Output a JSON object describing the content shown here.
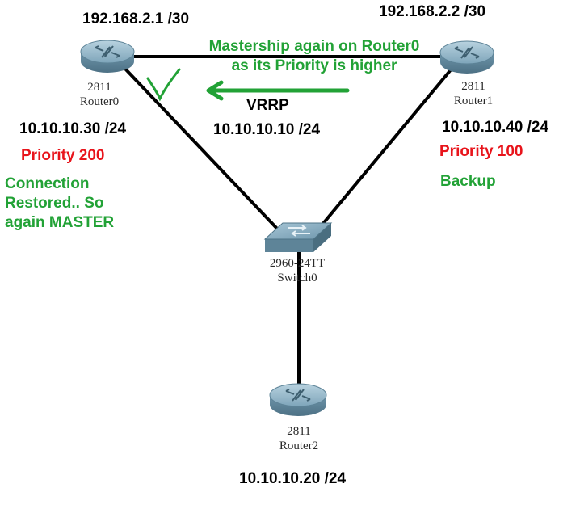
{
  "routers": [
    {
      "model": "2811",
      "name": "Router0",
      "link_ip": "192.168.2.1 /30",
      "lan_ip": "10.10.10.30 /24",
      "priority": "Priority 200",
      "status": "Connection\nRestored.. So\nagain MASTER"
    },
    {
      "model": "2811",
      "name": "Router1",
      "link_ip": "192.168.2.2 /30",
      "lan_ip": "10.10.10.40 /24",
      "priority": "Priority 100",
      "status": "Backup"
    },
    {
      "model": "2811",
      "name": "Router2",
      "lan_ip": "10.10.10.20 /24"
    }
  ],
  "switch": {
    "model": "2960-24TT",
    "name": "Switch0"
  },
  "vrrp": {
    "protocol": "VRRP",
    "virtual_ip": "10.10.10.10 /24",
    "note": "Mastership again on Router0\nas its Priority is higher"
  },
  "colors": {
    "status_green": "#22a236",
    "priority_red": "#e8141b",
    "link_black": "#000000",
    "device_blue": "#6f97ad"
  }
}
